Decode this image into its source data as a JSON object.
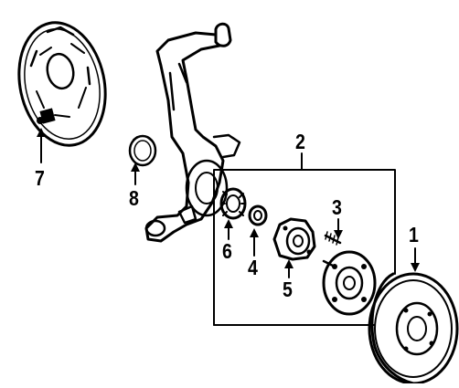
{
  "callouts": {
    "n1": "1",
    "n2": "2",
    "n3": "3",
    "n4": "4",
    "n5": "5",
    "n6": "6",
    "n7": "7",
    "n8": "8"
  },
  "parts": [
    {
      "id": "1",
      "name": "brake-drum"
    },
    {
      "id": "2",
      "name": "hub-bearing-assembly"
    },
    {
      "id": "3",
      "name": "wheel-stud"
    },
    {
      "id": "4",
      "name": "lock-nut"
    },
    {
      "id": "5",
      "name": "hub"
    },
    {
      "id": "6",
      "name": "bearing"
    },
    {
      "id": "7",
      "name": "backing-plate"
    },
    {
      "id": "8",
      "name": "seal"
    }
  ]
}
